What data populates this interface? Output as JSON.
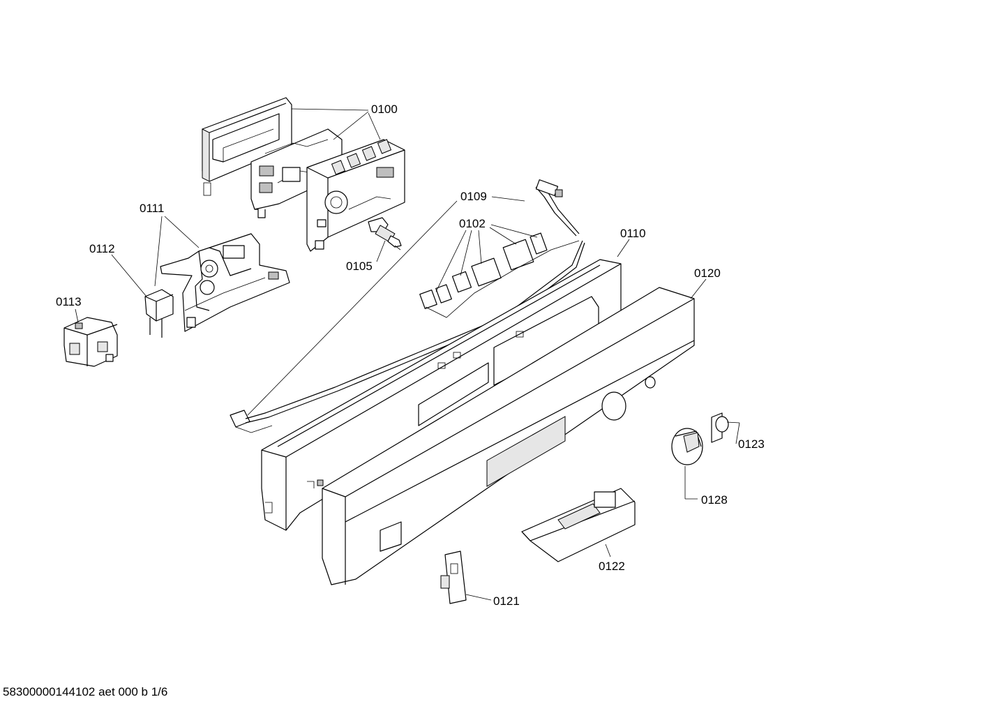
{
  "labels": {
    "p0100": "0100",
    "p0109": "0109",
    "p0111": "0111",
    "p0102": "0102",
    "p0110": "0110",
    "p0112": "0112",
    "p0105": "0105",
    "p0120": "0120",
    "p0113": "0113",
    "p0123": "0123",
    "p0128": "0128",
    "p0122": "0122",
    "p0121": "0121"
  },
  "footer": {
    "code": "58300000144102 aet 000 b 1/6"
  }
}
